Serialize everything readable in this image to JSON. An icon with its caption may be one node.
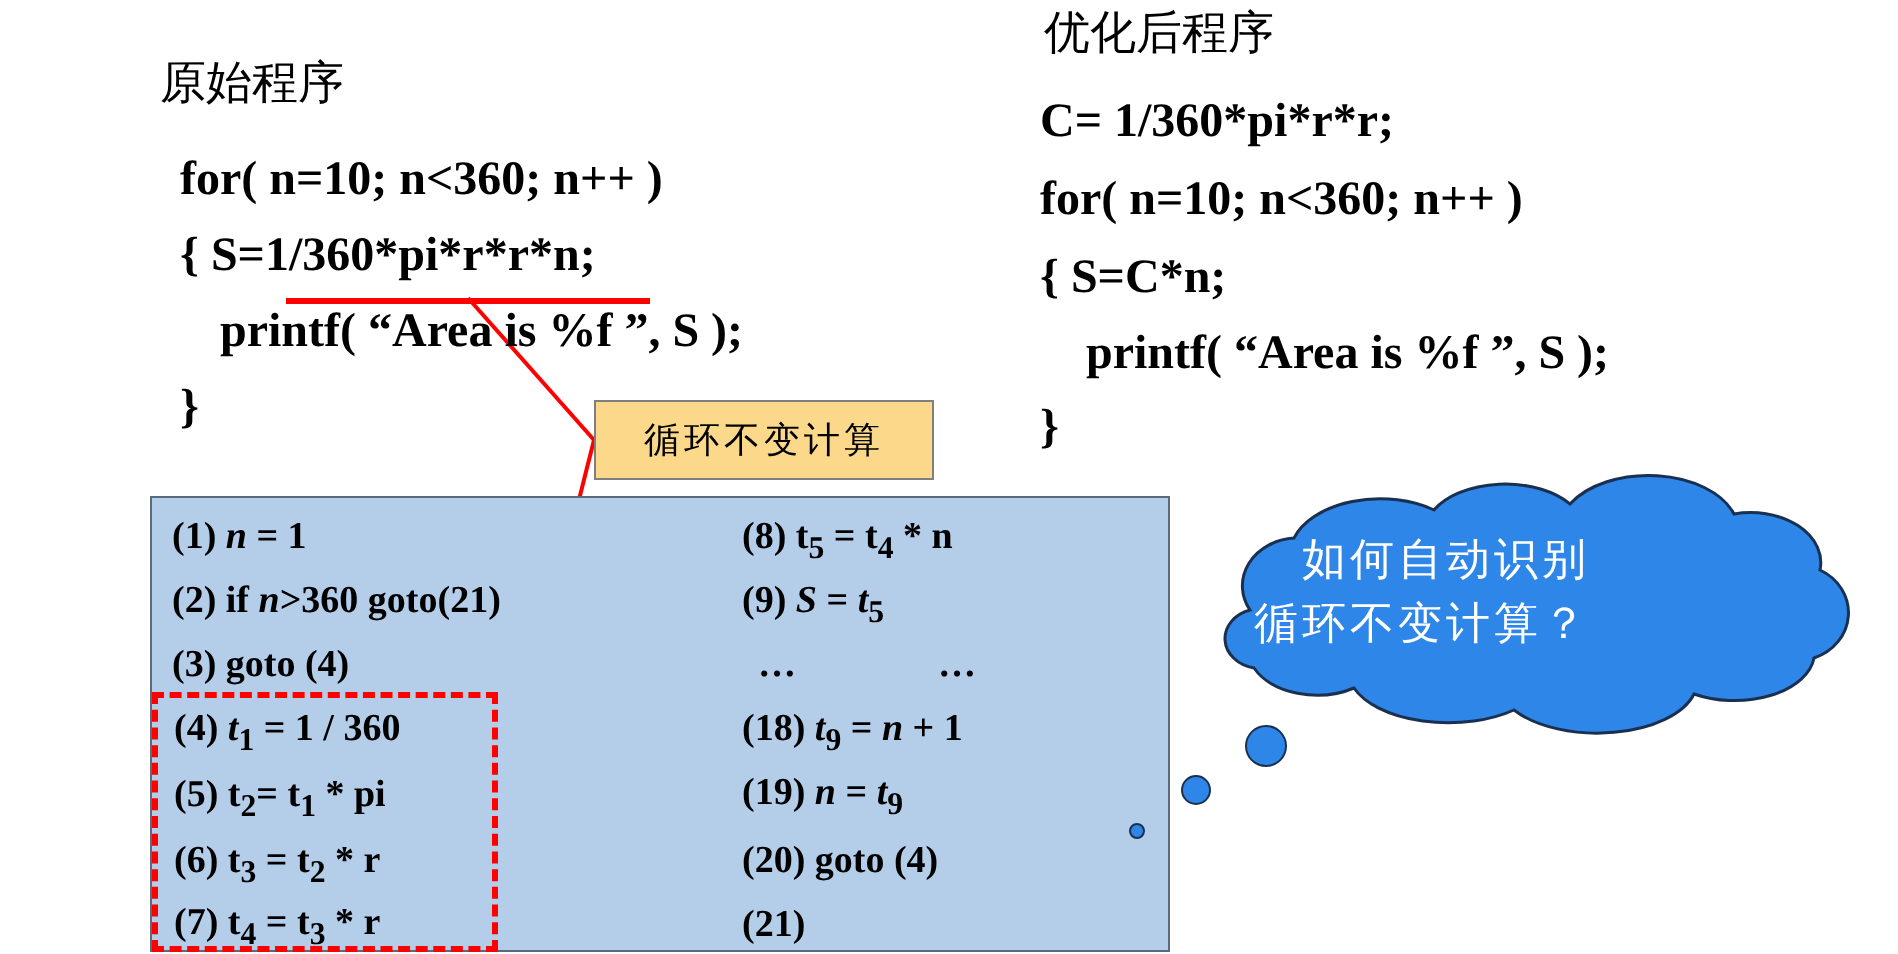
{
  "diagram": {
    "nodes": [
      {
        "text": [
          "原始程序",
          "for( n=10; n<360; n++ )",
          "{ S=1/360*pi*r*r*n;",
          "printf( “Area is %f ”, S );",
          "}"
        ]
      },
      {
        "text": [],
        "shape": "bar",
        "in": 0
      },
      {
        "text": [
          "循环不变计算"
        ]
      },
      {
        "text": [
          "优化后程序",
          "C= 1/360*pi*r*r;",
          "for( n=10; n<360; n++ )",
          "{ S=C*n;",
          "printf( “Area is %f ”, S );",
          "}"
        ]
      },
      {
        "text": [
          "(1) *n* = 1",
          "(2) if *n*>360 goto(21)",
          "(3) goto (4)",
          "(8) t$_{5}$ = t$_{4}$ * n",
          "(9) *S* = *t*$_{5}$",
          "…",
          "…",
          "(18) *t*$_{9}$ = *n* + 1",
          "(19) *n* = *t*$_{9}$",
          "(20) goto (4)",
          "(21)"
        ]
      },
      {
        "text": [
          "(4) *t*$_{1}$ = 1 / 360",
          "(5) t$_{2}$= t$_{1}$ * pi",
          "(6) t$_{3}$ = t$_{2}$ * r",
          "(7) t$_{4}$ = t$_{3}$ * r"
        ],
        "in": 4
      },
      {
        "text": [
          "如何自动识别循环不变计算？"
        ]
      }
    ],
    "edges": [
      {
        "from": 2,
        "to": 1,
        "arrow": "none",
        "color": "#ff0000"
      },
      {
        "from": 2,
        "to": 5,
        "arrow": "none",
        "color": "#ff0000"
      }
    ]
  }
}
